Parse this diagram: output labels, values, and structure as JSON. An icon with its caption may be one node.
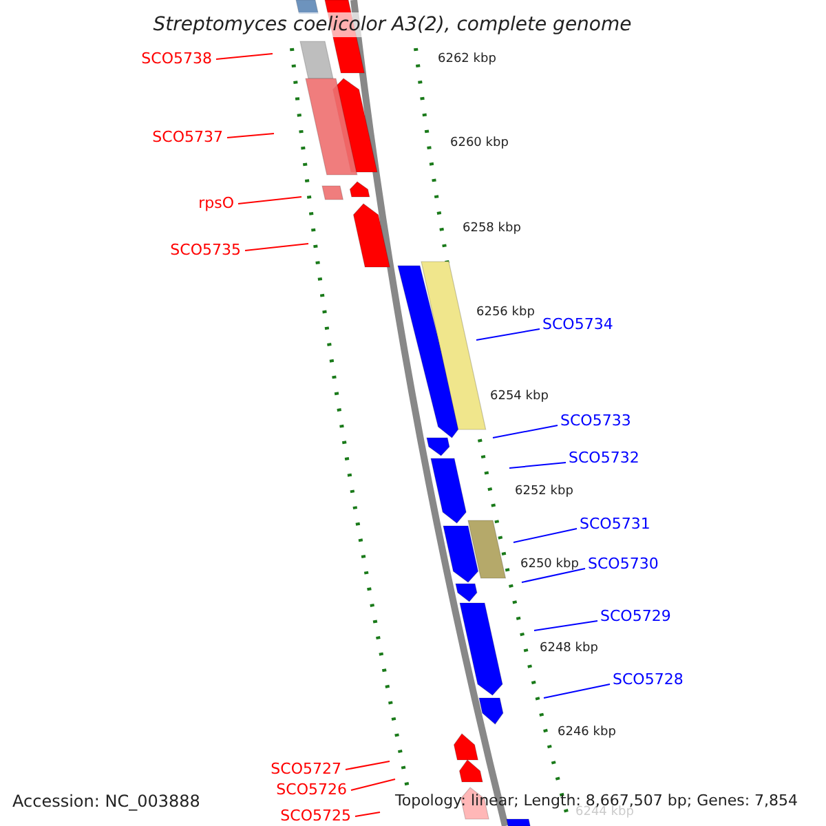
{
  "diagram": {
    "title": "Streptomyces coelicolor A3(2), complete genome",
    "nodes": [
      {
        "text": [
          "SCO5738"
        ]
      },
      {
        "text": [
          "SCO5737"
        ]
      },
      {
        "text": [
          "rpsO"
        ]
      },
      {
        "text": [
          "SCO5735"
        ]
      },
      {
        "text": [
          "SCO5734"
        ]
      },
      {
        "text": [
          "SCO5733"
        ]
      },
      {
        "text": [
          "SCO5732"
        ]
      },
      {
        "text": [
          "SCO5731"
        ]
      },
      {
        "text": [
          "SCO5730"
        ]
      },
      {
        "text": [
          "SCO5729"
        ]
      },
      {
        "text": [
          "SCO5728"
        ]
      },
      {
        "text": [
          "SCO5727"
        ]
      },
      {
        "text": [
          "SCO5726"
        ]
      },
      {
        "text": [
          "SCO5725"
        ]
      }
    ],
    "edges": [
      {
        "from": 0,
        "to": null,
        "arrow": "none",
        "color": "#ff0000"
      },
      {
        "from": 1,
        "to": null,
        "arrow": "none",
        "color": "#ff0000"
      },
      {
        "from": 2,
        "to": null,
        "arrow": "none",
        "color": "#ff0000"
      },
      {
        "from": 3,
        "to": null,
        "arrow": "none",
        "color": "#ff0000"
      },
      {
        "from": 4,
        "to": null,
        "arrow": "none",
        "color": "#0000ff"
      },
      {
        "from": 5,
        "to": null,
        "arrow": "none",
        "color": "#0000ff"
      },
      {
        "from": 6,
        "to": null,
        "arrow": "none",
        "color": "#0000ff"
      },
      {
        "from": 7,
        "to": null,
        "arrow": "none",
        "color": "#0000ff"
      },
      {
        "from": 8,
        "to": null,
        "arrow": "none",
        "color": "#0000ff"
      },
      {
        "from": 9,
        "to": null,
        "arrow": "none",
        "color": "#0000ff"
      },
      {
        "from": 10,
        "to": null,
        "arrow": "none",
        "color": "#0000ff"
      },
      {
        "from": 11,
        "to": null,
        "arrow": "none",
        "color": "#ff0000"
      },
      {
        "from": 12,
        "to": null,
        "arrow": "none",
        "color": "#ff0000"
      },
      {
        "from": 13,
        "to": null,
        "arrow": "none",
        "color": "#ff0000"
      }
    ],
    "labels": [
      "6262 kbp",
      "6260 kbp",
      "6258 kbp",
      "6256 kbp",
      "6254 kbp",
      "6252 kbp",
      "6250 kbp",
      "6248 kbp",
      "6246 kbp",
      "6244 kbp",
      "Accession: NC_003888",
      "Topology: linear; Length: 8,667,507 bp; Genes: 7,854"
    ]
  }
}
